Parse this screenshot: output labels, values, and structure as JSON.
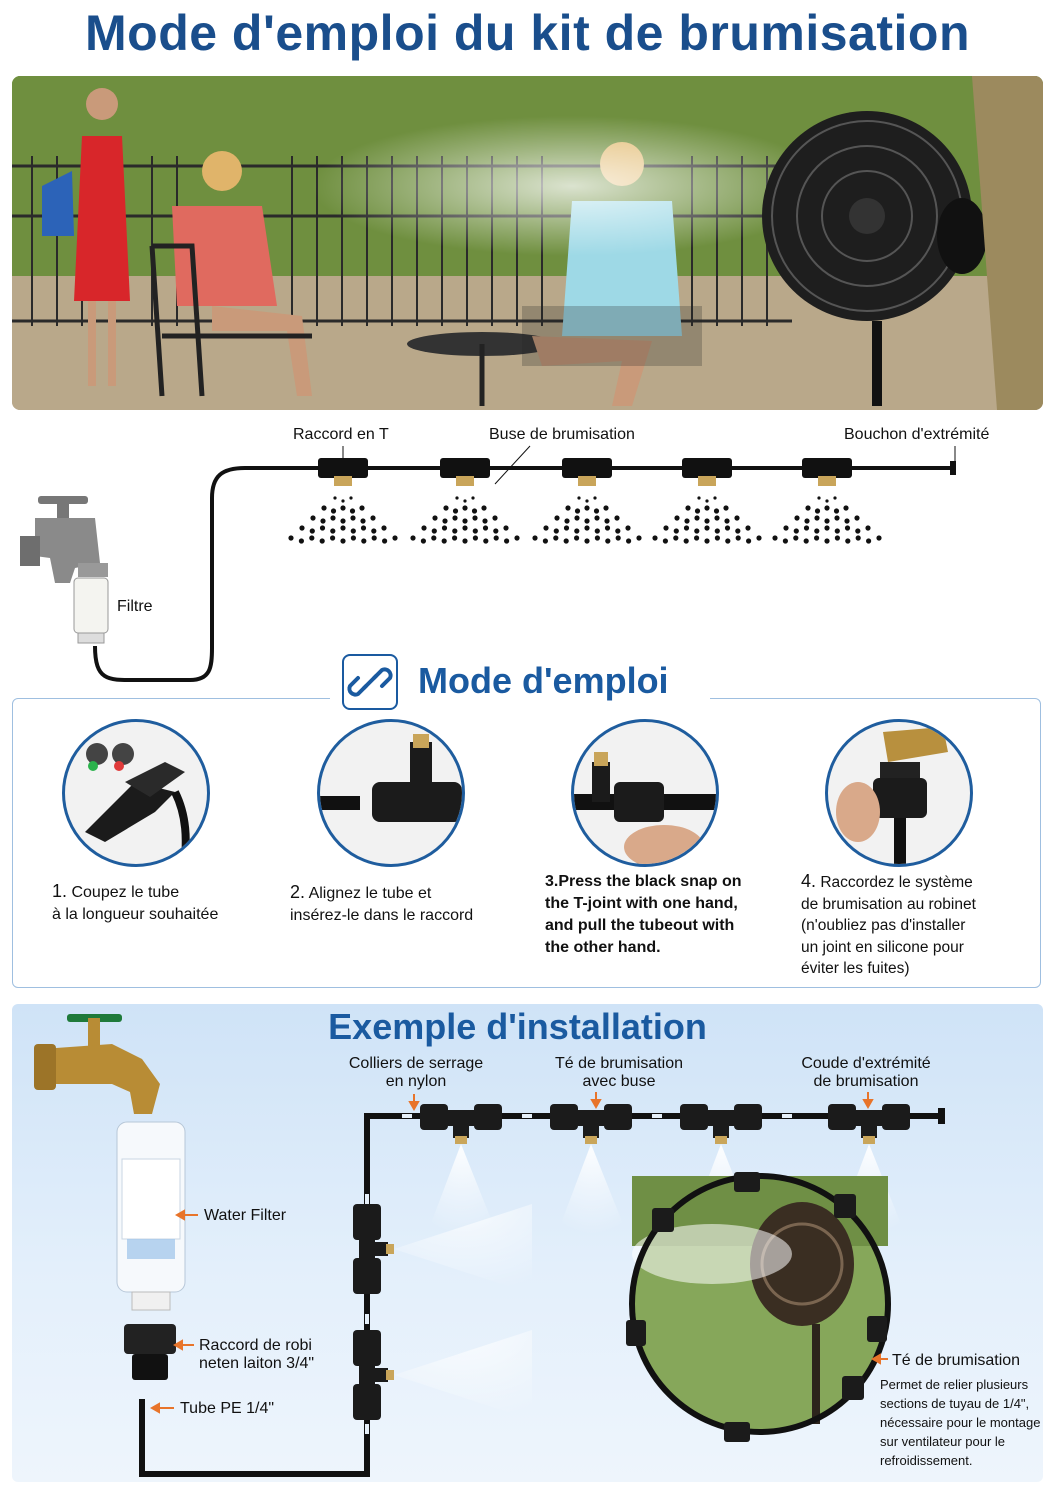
{
  "title": "Mode d'emploi du kit de brumisation",
  "diagram": {
    "labels": {
      "t_connector": "Raccord en T",
      "nozzle": "Buse de brumisation",
      "end_cap": "Bouchon d'extrémité",
      "filter": "Filtre"
    }
  },
  "howto": {
    "title": "Mode d'emploi",
    "steps": [
      {
        "num": "1.",
        "text_line1": "Coupez le tube",
        "text_line2": "à la longueur souhaitée"
      },
      {
        "num": "2.",
        "text_line1": "Alignez le tube et",
        "text_line2": "insérez-le dans le raccord"
      },
      {
        "num": "3.",
        "lines": [
          "3.Press the black snap on",
          "the T-joint with one hand,",
          "and pull the tubeout with",
          "the other hand."
        ]
      },
      {
        "num": "4.",
        "lines": [
          "Raccordez le système",
          "de brumisation au robinet",
          "(n'oubliez pas d'installer",
          "un joint en silicone pour",
          "éviter les fuites)"
        ]
      }
    ]
  },
  "install": {
    "title": "Exemple d'installation",
    "labels": {
      "collars_1": "Colliers de serrage",
      "collars_2": "en nylon",
      "tee_1": "Té de brumisation",
      "tee_2": "avec buse",
      "elbow_1": "Coude d'extrémité",
      "elbow_2": "de brumisation",
      "water_filter": "Water Filter",
      "adapter_1": "Raccord de robi",
      "adapter_2": "neten laiton 3/4\"",
      "tube": "Tube PE 1/4\"",
      "tee_side": "Té de brumisation",
      "tee_desc": [
        "Permet de relier plusieurs",
        "sections de tuyau de 1/4\",",
        "nécessaire pour le montage",
        "sur ventilateur pour le",
        "refroidissement."
      ]
    }
  },
  "colors": {
    "title_blue": "#1a4e8c",
    "accent_blue": "#1a5aa0",
    "arrow_orange": "#e8742a"
  }
}
